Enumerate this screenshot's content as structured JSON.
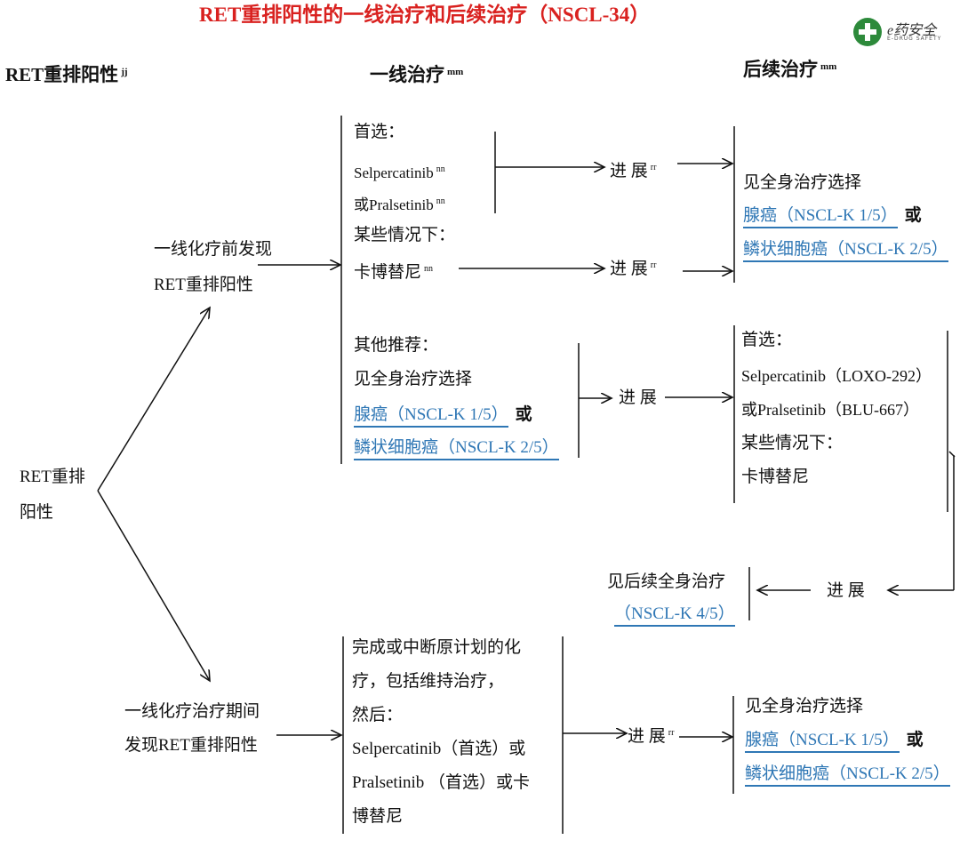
{
  "title": "RET重排阳性的一线治疗和后续治疗（NSCL-34）",
  "logo": {
    "name": "e药安全",
    "sub": "E-DRUG SAFETY"
  },
  "headers": {
    "col1": "RET重排阳性",
    "col1_sup": "jj",
    "col2": "一线治疗",
    "col2_sup": "mm",
    "col3": "后续治疗",
    "col3_sup": "mm"
  },
  "root": {
    "line1": "RET重排",
    "line2": "阳性"
  },
  "branch_top": {
    "line1": "一线化疗前发现",
    "line2": "RET重排阳性"
  },
  "branch_bottom": {
    "line1": "一线化疗治疗期间",
    "line2": "发现RET重排阳性"
  },
  "box_a": {
    "preferred": "首选：",
    "drug1": "Selpercatinib",
    "drug1_sup": "nn",
    "drug2": "或Pralsetinib",
    "drug2_sup": "nn",
    "certain": "某些情况下：",
    "drug3": "卡博替尼",
    "drug3_sup": "nn"
  },
  "progress_a1": {
    "label": "进 展",
    "sup": "rr"
  },
  "progress_a2": {
    "label": "进 展",
    "sup": "rr"
  },
  "result_a": {
    "text": "见全身治疗选择",
    "link1": "腺癌（NSCL-K  1/5）",
    "or": "或",
    "link2": "鳞状细胞癌（NSCL-K  2/5）"
  },
  "box_b": {
    "other": "其他推荐：",
    "text": "见全身治疗选择",
    "link1": "腺癌（NSCL-K  1/5）",
    "or": "或",
    "link2": "鳞状细胞癌（NSCL-K  2/5）"
  },
  "progress_b": {
    "label": "进 展"
  },
  "result_b": {
    "preferred": "首选：",
    "drug1": "Selpercatinib（LOXO-292）",
    "drug2": "或Pralsetinib（BLU-667）",
    "certain": "某些情况下：",
    "drug3": "卡博替尼"
  },
  "progress_c": {
    "label": "进  展"
  },
  "result_c": {
    "text": "见后续全身治疗",
    "link": "（NSCL-K  4/5）"
  },
  "box_d": {
    "line1": "完成或中断原计划的化",
    "line2": "疗，包括维持治疗，",
    "line3": "然后：",
    "line4": "Selpercatinib（首选）或",
    "line5": "Pralsetinib （首选）或卡",
    "line6": "博替尼"
  },
  "progress_d": {
    "label": "进 展",
    "sup": "rr"
  },
  "result_d": {
    "text": "见全身治疗选择",
    "link1": "腺癌（NSCL-K  1/5）",
    "or": "或",
    "link2": "鳞状细胞癌（NSCL-K  2/5）"
  }
}
